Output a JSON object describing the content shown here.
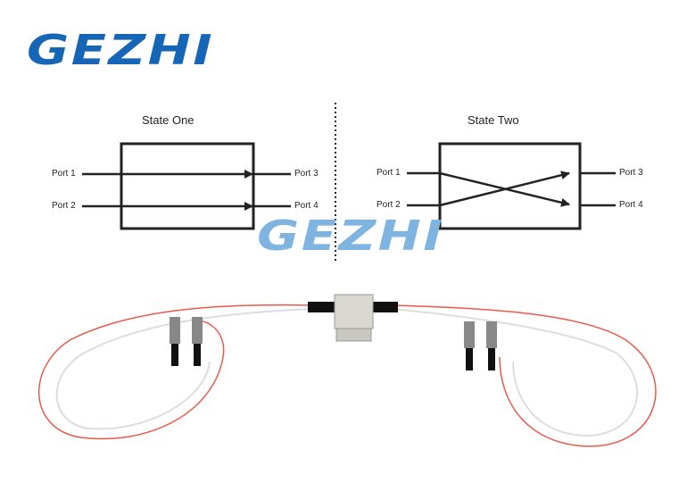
{
  "brand": {
    "logo_text": "GEZHI",
    "watermark_text": "GEZHI",
    "color": "#1666b8",
    "accent": "#f08a30"
  },
  "state_one": {
    "title": "State One",
    "ports": [
      "Port 1",
      "Port 2",
      "Port 3",
      "Port 4"
    ]
  },
  "state_two": {
    "title": "State Two",
    "ports": [
      "Port 1",
      "Port 2",
      "Port 3",
      "Port 4"
    ]
  }
}
